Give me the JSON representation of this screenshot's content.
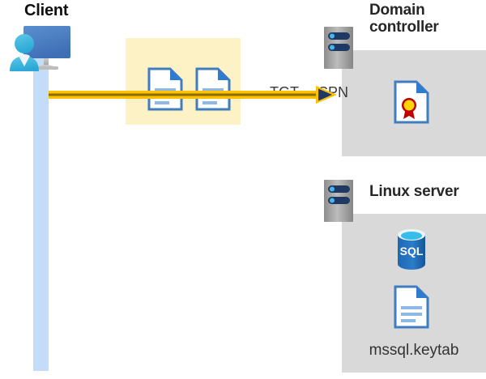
{
  "diagram": {
    "title_client": "Client",
    "title_domain_controller": "Domain controller",
    "title_linux_server": "Linux server",
    "keytab_filename": "mssql.keytab",
    "message_labels": {
      "tgt": "TGT",
      "spn": "SPN"
    },
    "icons": {
      "client": "client-workstation-icon",
      "tgt_document": "document-icon",
      "spn_document": "document-icon",
      "domain_controller_server": "server-icon",
      "certificate": "certificate-document-icon",
      "linux_server": "server-icon",
      "sql_database": "sql-database-icon",
      "keytab_document": "document-icon",
      "flow_arrow": "arrow-right-icon"
    },
    "colors": {
      "swimlane": "#c3dcf7",
      "message_box": "#fdf2c6",
      "panel": "#d9d9d9",
      "arrow": "#ffc000",
      "arrow_core": "#8a6d00",
      "arrow_head": "#1f3864",
      "document_blue": "#4a8fd4",
      "sql_blue": "#1a6cb5",
      "seal_gold": "#ffd500",
      "seal_ribbon": "#c00000",
      "heading_text": "#262626",
      "label_text": "#3a3a3a"
    }
  }
}
